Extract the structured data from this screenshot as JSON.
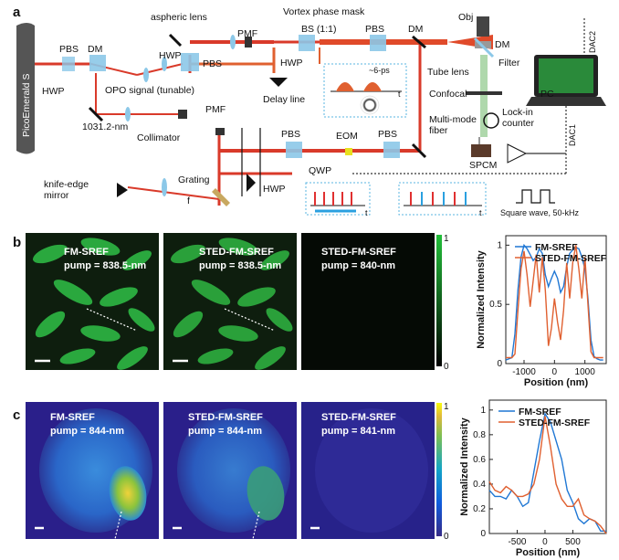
{
  "panel_labels": {
    "a": "a",
    "b": "b",
    "c": "c"
  },
  "panel_a": {
    "source": "PicoEmerald S",
    "labels": {
      "hwp1": "HWP",
      "pbs1": "PBS",
      "dm1": "DM",
      "opo": "OPO signal (tunable)",
      "hwp2": "HWP",
      "pbs2": "PBS",
      "aspheric": "aspheric lens",
      "pmf1": "PMF",
      "vortex": "Vortex phase mask",
      "bs": "BS (1:1)",
      "pbs3": "PBS",
      "dm2": "DM",
      "hwp3": "HWP",
      "delay": "Delay line",
      "pulse_delay": "~6-ps",
      "t1": "t",
      "obj": "Obj",
      "dm3": "DM",
      "filter": "Filter",
      "tube": "Tube lens",
      "confocal": "Confocal",
      "mmf": "Multi-mode\nfiber",
      "lockin": "Lock-in\ncounter",
      "spcm": "SPCM",
      "pc": "PC",
      "dac2": "DAC2",
      "dac1": "DAC1",
      "nm1031": "1031.2-nm",
      "collimator": "Collimator",
      "pmf2": "PMF",
      "pbs4": "PBS",
      "eom": "EOM",
      "pbs5": "PBS",
      "qwp": "QWP",
      "hwp4": "HWP",
      "grating": "Grating",
      "knife": "knife-edge\nmirror",
      "f": "f",
      "t2": "t",
      "t3": "t",
      "square": "Square wave, 50-kHz"
    }
  },
  "panel_b": {
    "images": [
      {
        "title": "FM-SREF",
        "subtitle": "pump = 838.5-nm"
      },
      {
        "title": "STED-FM-SREF",
        "subtitle": "pump = 838.5-nm"
      },
      {
        "title": "STED-FM-SREF",
        "subtitle": "pump = 840-nm"
      }
    ],
    "colorbar": {
      "max": "1",
      "min": "0"
    },
    "colors": {
      "image": "#1e9e35",
      "dark": "#050a05"
    }
  },
  "panel_c": {
    "images": [
      {
        "title": "FM-SREF",
        "subtitle": "pump = 844-nm"
      },
      {
        "title": "STED-FM-SREF",
        "subtitle": "pump = 844-nm"
      },
      {
        "title": "STED-FM-SREF",
        "subtitle": "pump = 841-nm"
      }
    ],
    "colorbar": {
      "max": "1",
      "min": "0"
    },
    "colors": {
      "bg": "#2a1f8a",
      "cell": "#2f7fd6",
      "bright": "#d8d23a"
    }
  },
  "chart_data": [
    {
      "type": "line",
      "xlabel": "Position (nm)",
      "ylabel": "Normalized Intensity",
      "xlim": [
        -1600,
        1700
      ],
      "ylim": [
        0,
        1.08
      ],
      "xticks": [
        -1000,
        0,
        1000
      ],
      "yticks": [
        0,
        0.5,
        1
      ],
      "legend_position": "top-left",
      "series": [
        {
          "name": "FM-SREF",
          "color": "#1f77d4",
          "x": [
            -1600,
            -1400,
            -1300,
            -1200,
            -1100,
            -1000,
            -900,
            -800,
            -700,
            -600,
            -500,
            -400,
            -300,
            -200,
            -100,
            0,
            100,
            200,
            300,
            400,
            500,
            600,
            700,
            800,
            900,
            1000,
            1100,
            1200,
            1300,
            1400,
            1500,
            1600
          ],
          "y": [
            0.03,
            0.05,
            0.25,
            0.62,
            0.9,
            1.0,
            0.97,
            0.92,
            0.87,
            0.9,
            0.97,
            0.93,
            0.75,
            0.65,
            0.72,
            0.78,
            0.72,
            0.6,
            0.65,
            0.82,
            0.93,
            0.96,
            0.98,
            0.97,
            0.9,
            0.8,
            0.55,
            0.2,
            0.06,
            0.04,
            0.03,
            0.03
          ]
        },
        {
          "name": "STED-FM-SREF",
          "color": "#e06030",
          "x": [
            -1600,
            -1400,
            -1300,
            -1200,
            -1100,
            -1000,
            -900,
            -800,
            -700,
            -600,
            -500,
            -400,
            -300,
            -200,
            -100,
            0,
            100,
            200,
            300,
            400,
            500,
            600,
            700,
            800,
            900,
            1000,
            1100,
            1200,
            1300,
            1400,
            1500,
            1600
          ],
          "y": [
            0.05,
            0.05,
            0.08,
            0.45,
            0.8,
            0.95,
            0.75,
            0.48,
            0.7,
            0.92,
            0.6,
            0.9,
            0.62,
            0.15,
            0.3,
            0.55,
            0.35,
            0.2,
            0.45,
            0.85,
            0.55,
            0.85,
            1.0,
            0.8,
            0.55,
            0.9,
            0.5,
            0.1,
            0.05,
            0.05,
            0.05,
            0.05
          ]
        }
      ]
    },
    {
      "type": "line",
      "xlabel": "Position (nm)",
      "ylabel": "Normalized Intensity",
      "xlim": [
        -1000,
        1100
      ],
      "ylim": [
        0,
        1.08
      ],
      "xticks": [
        -500,
        0,
        500
      ],
      "yticks": [
        0,
        0.2,
        0.4,
        0.6,
        0.8,
        1
      ],
      "legend_position": "top-left",
      "series": [
        {
          "name": "FM-SREF",
          "color": "#1f77d4",
          "x": [
            -1000,
            -900,
            -800,
            -700,
            -600,
            -500,
            -400,
            -300,
            -200,
            -100,
            0,
            100,
            200,
            300,
            400,
            500,
            600,
            700,
            800,
            900,
            1000,
            1100
          ],
          "y": [
            0.35,
            0.3,
            0.3,
            0.28,
            0.35,
            0.3,
            0.22,
            0.25,
            0.5,
            0.75,
            0.97,
            0.9,
            0.75,
            0.6,
            0.35,
            0.25,
            0.12,
            0.08,
            0.12,
            0.1,
            0.02,
            0.02
          ]
        },
        {
          "name": "STED-FM-SREF",
          "color": "#e06030",
          "x": [
            -1000,
            -900,
            -800,
            -700,
            -600,
            -500,
            -400,
            -300,
            -200,
            -100,
            0,
            100,
            200,
            300,
            400,
            500,
            600,
            700,
            800,
            900,
            1000,
            1100
          ],
          "y": [
            0.42,
            0.35,
            0.33,
            0.38,
            0.35,
            0.3,
            0.3,
            0.32,
            0.4,
            0.6,
            0.95,
            0.7,
            0.4,
            0.28,
            0.22,
            0.22,
            0.28,
            0.15,
            0.12,
            0.1,
            0.06,
            0.0
          ]
        }
      ]
    }
  ]
}
